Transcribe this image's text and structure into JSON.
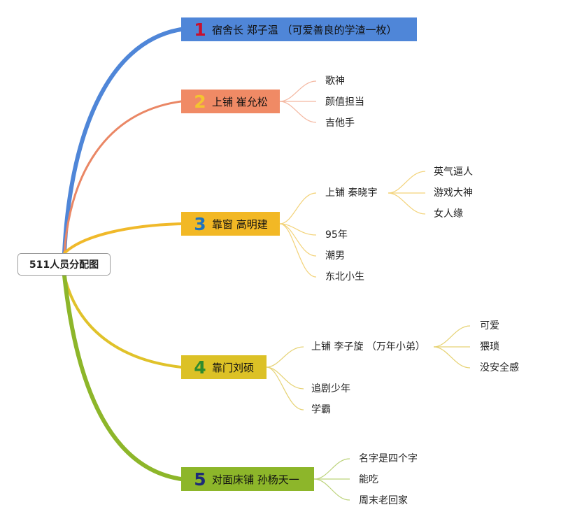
{
  "root": {
    "label": "511人员分配图"
  },
  "branches": [
    {
      "num": "1",
      "label": "宿舍长 郑子温 （可爱善良的学渣一枚）"
    },
    {
      "num": "2",
      "label": "上铺 崔允松",
      "children": [
        "歌神",
        "颜值担当",
        "吉他手"
      ]
    },
    {
      "num": "3",
      "label": "靠窗 高明建",
      "sub": {
        "label": "上铺 秦晓宇",
        "children": [
          "英气逼人",
          "游戏大神",
          "女人缘"
        ]
      },
      "children": [
        "95年",
        "潮男",
        "东北小生"
      ]
    },
    {
      "num": "4",
      "label": "靠门刘硕",
      "sub": {
        "label": "上铺 李子旋 （万年小弟）",
        "children": [
          "可爱",
          "猥琐",
          "没安全感"
        ]
      },
      "children": [
        "追剧少年",
        "学霸"
      ]
    },
    {
      "num": "5",
      "label": "对面床铺 孙杨天一",
      "children": [
        "名字是四个字",
        "能吃",
        "周末老回家"
      ]
    }
  ],
  "colors": {
    "branch1": "#4f86d8",
    "branch2": "#f08a65",
    "branch3": "#f2b825",
    "branch4": "#dcc126",
    "branch5": "#8db62a"
  }
}
